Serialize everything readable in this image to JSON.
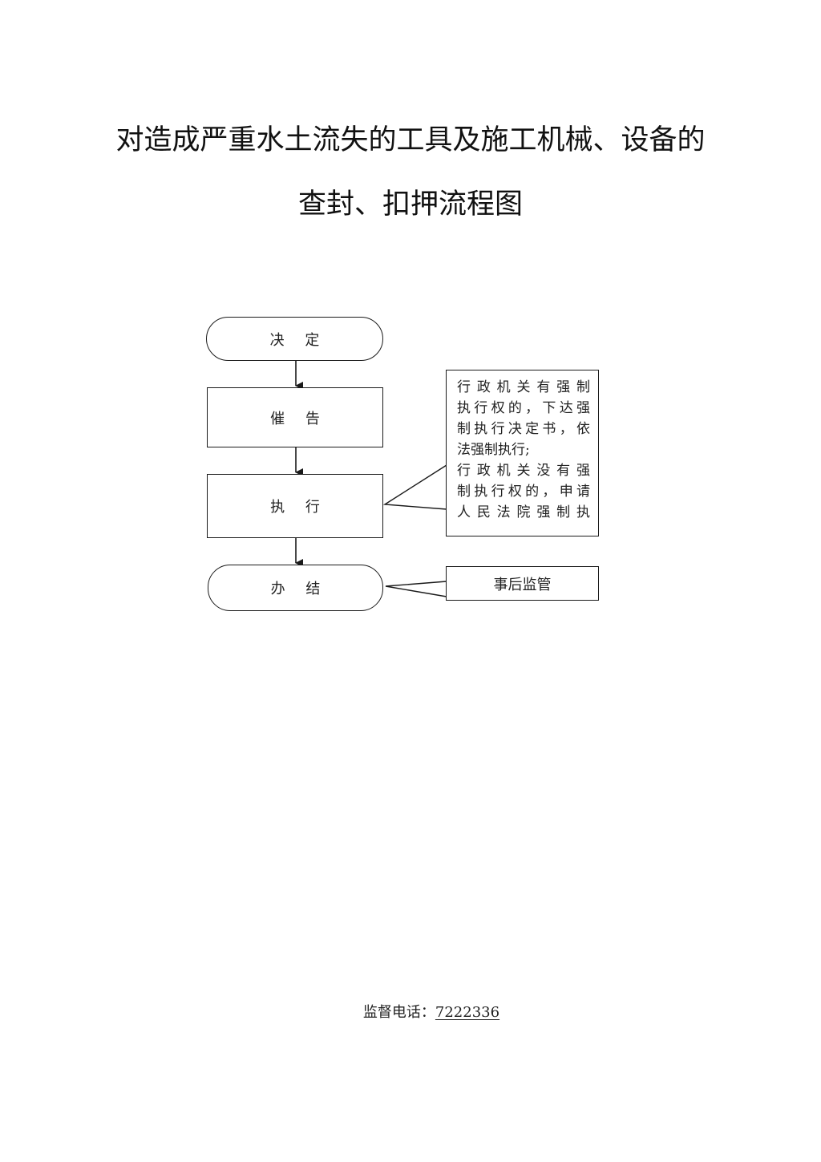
{
  "title": {
    "line1": "对造成严重水土流失的工具及施工机械、设备的",
    "line2": "查封、扣押流程图"
  },
  "flowchart": {
    "nodes": {
      "decide": "决 定",
      "urge": "催 告",
      "execute": "执 行",
      "conclude": "办 结"
    },
    "notes": {
      "execution_lines": [
        "行政机关有强制",
        "执行权的，下达强",
        "制执行决定书，依",
        "法强制执行;",
        "行政机关没有强",
        "制执行权的，申请",
        "人民法院强制执"
      ],
      "post_supervision": "事后监管"
    }
  },
  "footer": {
    "hotline_label": "监督电话：",
    "hotline_number": "7222336"
  }
}
